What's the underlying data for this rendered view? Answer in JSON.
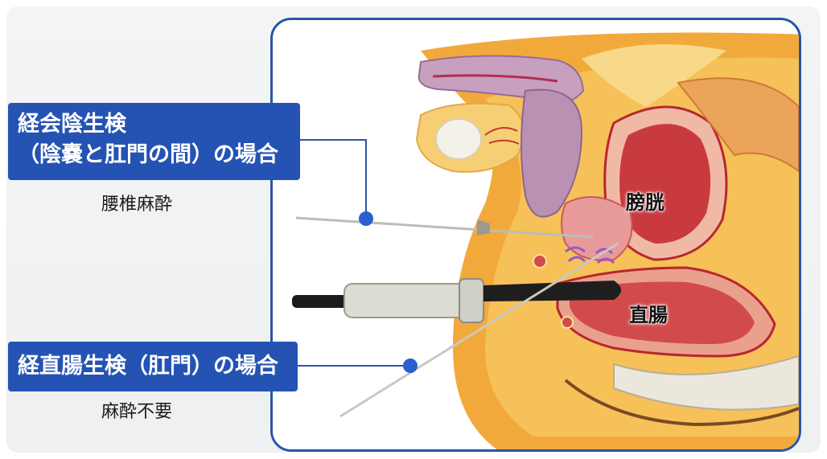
{
  "labels": {
    "perineal": {
      "line1": "経会陰生検",
      "line2": "（陰嚢と肛門の間）の場合",
      "note": "腰椎麻酔"
    },
    "transrectal": {
      "title": "経直腸生検（肛門）の場合",
      "note": "麻酔不要"
    }
  },
  "anatomy": {
    "bladder": "膀胱",
    "rectum": "直腸"
  },
  "colors": {
    "label_box": "#2553b3",
    "frame_border": "#2b55a6",
    "connector_line": "#2b55a6",
    "connector_dot": "#2a5fd0"
  }
}
